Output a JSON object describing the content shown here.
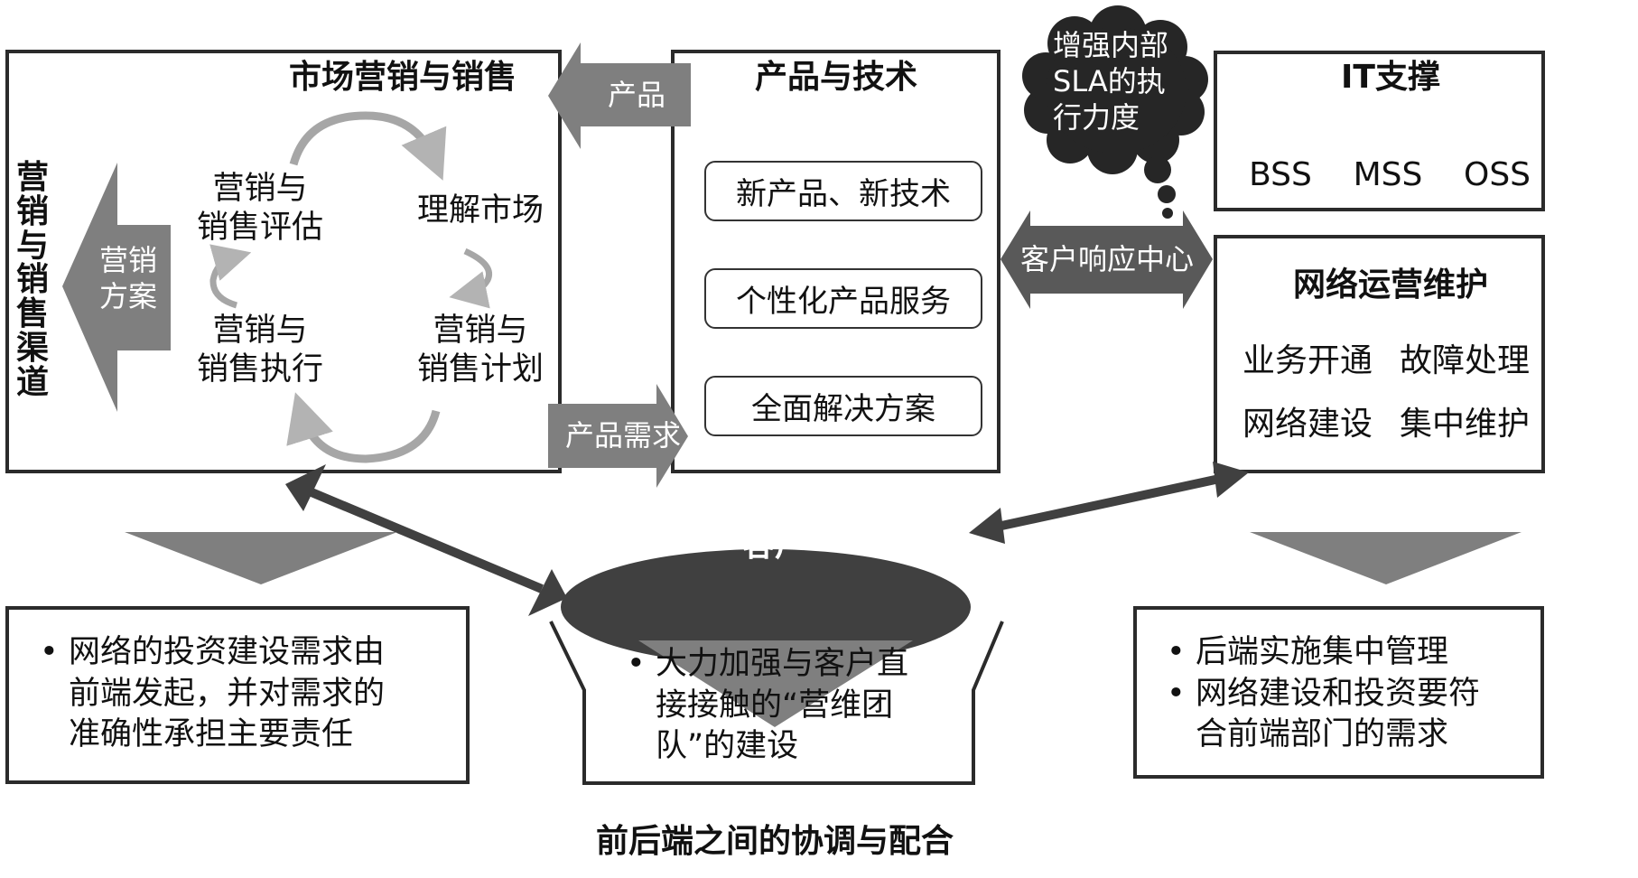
{
  "marketing": {
    "title": "市场营销与销售",
    "channel_label": "营销与销售渠道",
    "plan_arrow": [
      "营销",
      "方案"
    ],
    "cycle": {
      "evaluate": [
        "营销与",
        "销售评估"
      ],
      "understand": "理解市场",
      "execute": [
        "营销与",
        "销售执行"
      ],
      "plan": [
        "营销与",
        "销售计划"
      ]
    }
  },
  "arrows": {
    "product": "产品",
    "product_demand": "产品需求",
    "customer_response": "客户响应中心"
  },
  "product_tech": {
    "title": "产品与技术",
    "items": [
      "新产品、新技术",
      "个性化产品服务",
      "全面解决方案"
    ]
  },
  "thought_bubble": [
    "增强内部",
    "SLA的执",
    "行力度"
  ],
  "it_support": {
    "title": "IT支撑",
    "items": [
      "BSS",
      "MSS",
      "OSS"
    ]
  },
  "network_ops": {
    "title": "网络运营维护",
    "rows": [
      [
        "业务开通",
        "故障处理"
      ],
      [
        "网络建设",
        "集中维护"
      ]
    ]
  },
  "customer": "客户",
  "bottom_left": {
    "bullets": [
      [
        "网络的投资建设需求由",
        "前端发起，并对需求的",
        "准确性承担主要责任"
      ]
    ]
  },
  "bottom_middle": {
    "bullets": [
      [
        "大力加强与客户直",
        "接接触的“营维团",
        "队”的建设"
      ]
    ]
  },
  "bottom_right": {
    "bullets": [
      [
        "后端实施集中管理"
      ],
      [
        "网络建设和投资要符",
        "合前端部门的需求"
      ]
    ]
  },
  "caption": "前后端之间的协调与配合",
  "colors": {
    "border": "#2b2b2b",
    "arrow_gray": "#7f7f7f",
    "dark_gray": "#404040",
    "response_gray": "#595959",
    "cycle_gray": "#a6a6a6"
  }
}
